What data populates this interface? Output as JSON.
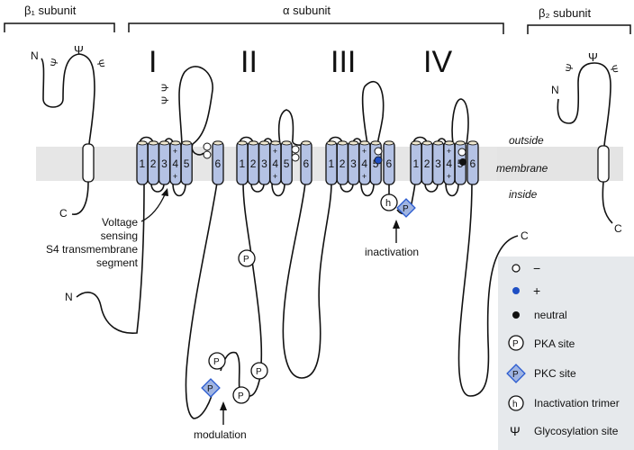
{
  "subunits": {
    "beta1": "β₁ subunit",
    "alpha": "α subunit",
    "beta2": "β₂ subunit"
  },
  "domains": [
    "I",
    "II",
    "III",
    "IV"
  ],
  "helix_numbers": [
    "1",
    "2",
    "3",
    "4",
    "5",
    "6"
  ],
  "s4_charge": "+",
  "regions": {
    "outside": "outside",
    "membrane": "membrane",
    "inside": "inside"
  },
  "termini": {
    "n": "N",
    "c": "C",
    "p": "P",
    "h": "h"
  },
  "annotations": {
    "voltage_sensor": [
      "Voltage",
      "sensing",
      "S4 transmembrane",
      "segment"
    ],
    "inactivation": "inactivation",
    "modulation": "modulation"
  },
  "legend": {
    "items": [
      {
        "symbol": "open-circle",
        "label": "−"
      },
      {
        "symbol": "blue-circle",
        "label": "+"
      },
      {
        "symbol": "black-circle",
        "label": "neutral"
      },
      {
        "symbol": "P",
        "label": "PKA site"
      },
      {
        "symbol": "P",
        "label": "PKC site"
      },
      {
        "symbol": "h",
        "label": "Inactivation trimer"
      },
      {
        "symbol": "Ψ",
        "label": "Glycosylation site"
      }
    ]
  },
  "glyco_symbol": "Ψ",
  "colors": {
    "helix_fill": "#b4c2e4",
    "membrane_band": "#e6e6e6",
    "legend_bg": "#e6e9ec",
    "positive_charge": "#1f4fc4",
    "pkc_fill": "#9fb4e2",
    "pkc_stroke": "#2a5bd0"
  }
}
